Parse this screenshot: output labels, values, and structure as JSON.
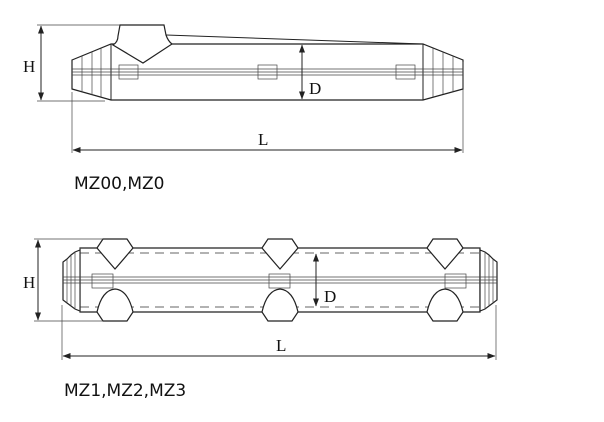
{
  "diagrams": [
    {
      "caption": "MZ00,MZ0",
      "labels": {
        "height": "H",
        "diameter": "D",
        "length": "L"
      }
    },
    {
      "caption": "MZ1,MZ2,MZ3",
      "labels": {
        "height": "H",
        "diameter": "D",
        "length": "L"
      }
    }
  ]
}
